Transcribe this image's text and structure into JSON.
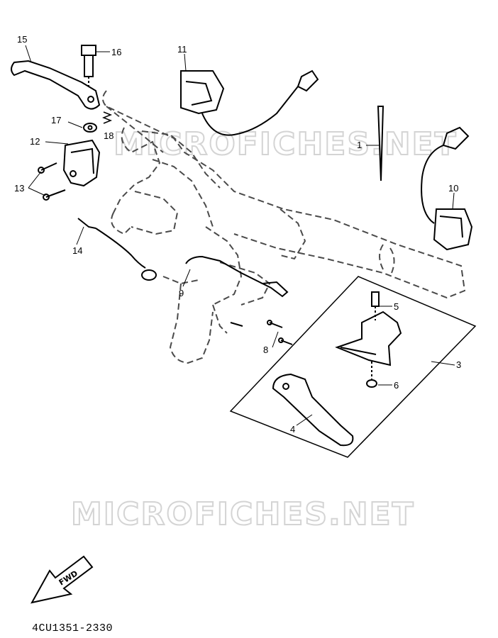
{
  "diagram": {
    "callouts": [
      {
        "id": "c1",
        "text": "1"
      },
      {
        "id": "c3",
        "text": "3"
      },
      {
        "id": "c4",
        "text": "4"
      },
      {
        "id": "c5",
        "text": "5"
      },
      {
        "id": "c6",
        "text": "6"
      },
      {
        "id": "c8",
        "text": "8"
      },
      {
        "id": "c9",
        "text": "9"
      },
      {
        "id": "c10",
        "text": "10"
      },
      {
        "id": "c11",
        "text": "11"
      },
      {
        "id": "c12",
        "text": "12"
      },
      {
        "id": "c13",
        "text": "13"
      },
      {
        "id": "c14",
        "text": "14"
      },
      {
        "id": "c15",
        "text": "15"
      },
      {
        "id": "c16",
        "text": "16"
      },
      {
        "id": "c17",
        "text": "17"
      },
      {
        "id": "c18",
        "text": "18"
      }
    ],
    "watermark": "MICROFICHES.NET",
    "forward_label": "FWD",
    "figure_code": "4CU1351-2330",
    "colors": {
      "line": "#000000",
      "dashed": "#4a4a4a",
      "watermark": "#d4d4d4"
    }
  }
}
